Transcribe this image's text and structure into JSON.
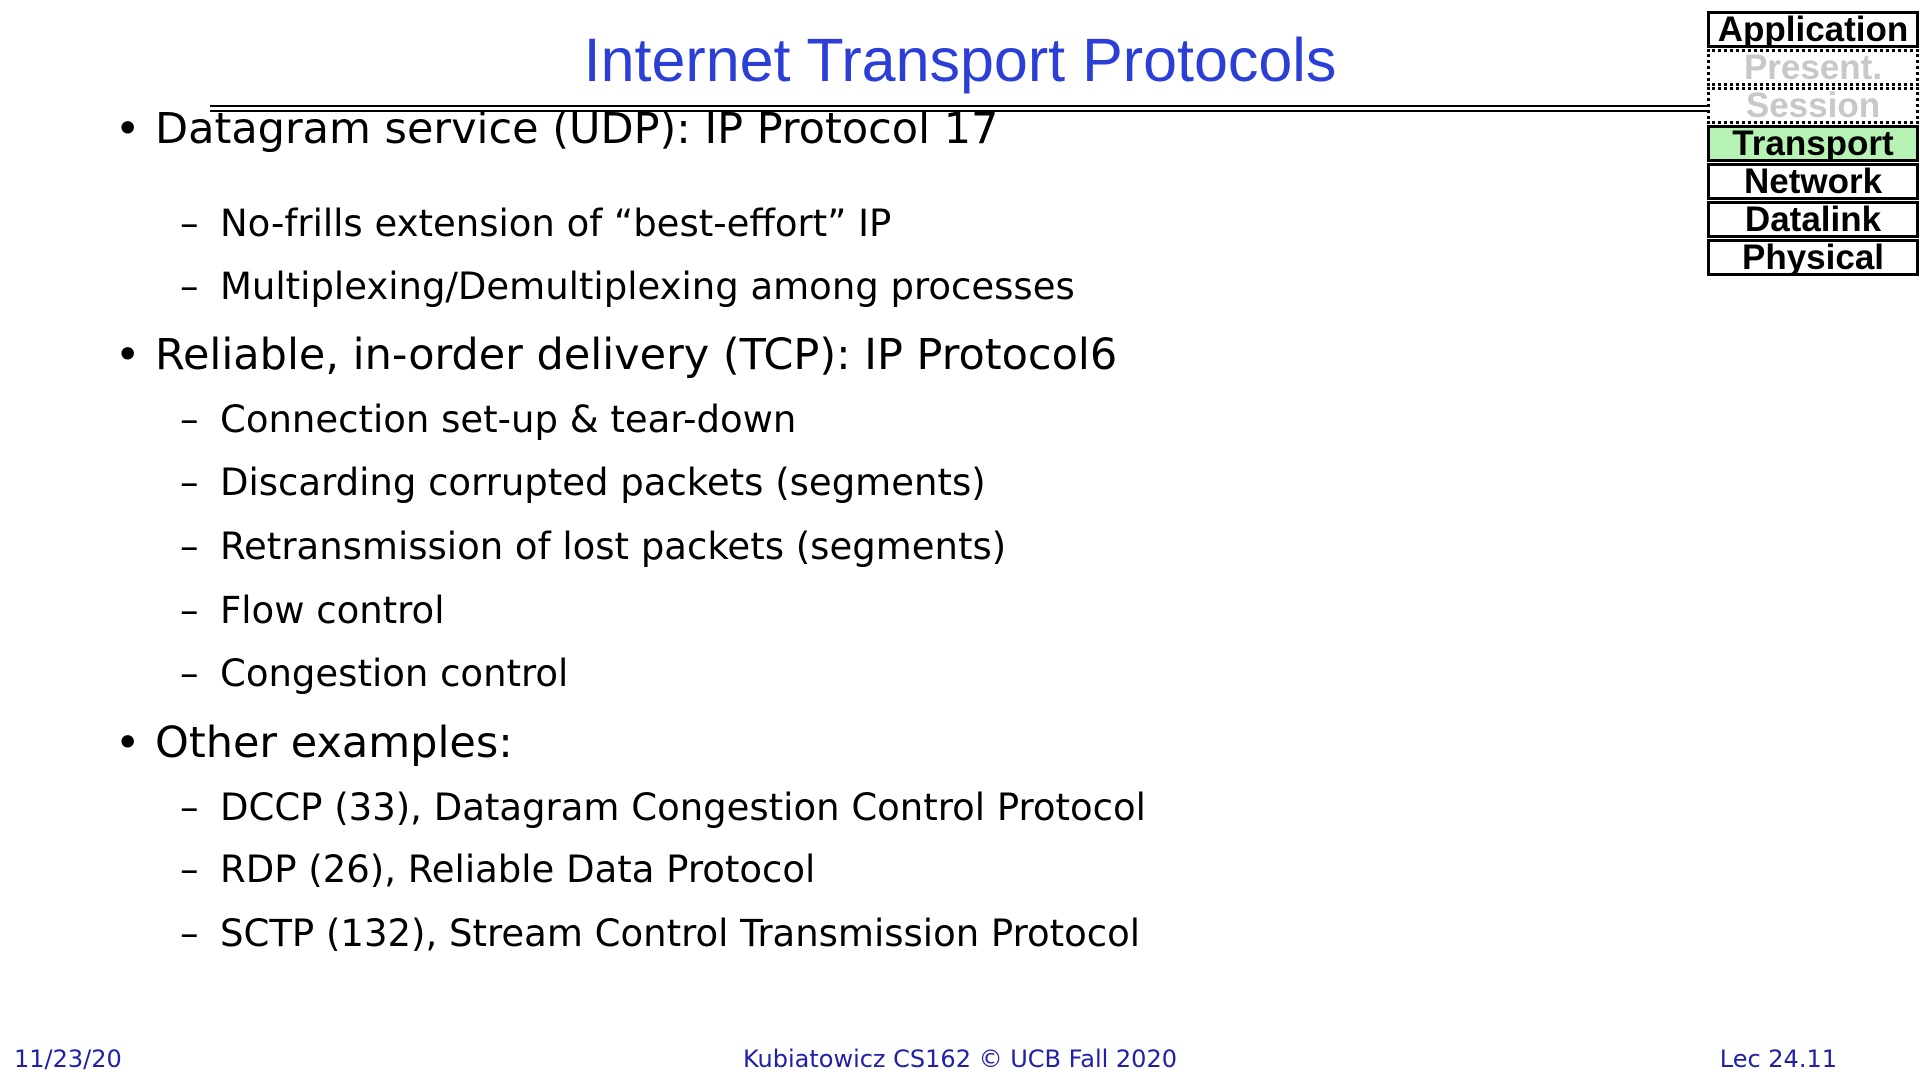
{
  "slide": {
    "title": "Internet Transport Protocols"
  },
  "osi_stack": {
    "layers": [
      {
        "label": "Application",
        "state": "normal"
      },
      {
        "label": "Present.",
        "state": "dim"
      },
      {
        "label": "Session",
        "state": "dim"
      },
      {
        "label": "Transport",
        "state": "active"
      },
      {
        "label": "Network",
        "state": "normal"
      },
      {
        "label": "Datalink",
        "state": "normal"
      },
      {
        "label": "Physical",
        "state": "normal"
      }
    ],
    "active_color": "#b7f2b5"
  },
  "content": {
    "bullet_glyph": "•",
    "dash_glyph": "–",
    "bullets": [
      {
        "text": "Datagram service (UDP): IP Protocol 17",
        "subs": [
          "No-frills extension of “best-effort” IP",
          "Multiplexing/Demultiplexing among processes"
        ]
      },
      {
        "text": "Reliable, in-order delivery (TCP): IP Protocol6",
        "subs": [
          "Connection set-up & tear-down",
          "Discarding corrupted packets (segments)",
          "Retransmission of lost packets (segments)",
          "Flow control",
          "Congestion control"
        ]
      },
      {
        "text": "Other examples:",
        "subs": [
          "DCCP (33), Datagram Congestion Control Protocol",
          "RDP (26), Reliable Data Protocol",
          "SCTP (132), Stream Control Transmission Protocol"
        ]
      }
    ]
  },
  "footer": {
    "date": "11/23/20",
    "course": "Kubiatowicz CS162 © UCB Fall 2020",
    "lecture": "Lec 24.11"
  },
  "colors": {
    "title": "#2b3fd6",
    "footer": "#2020a8"
  }
}
